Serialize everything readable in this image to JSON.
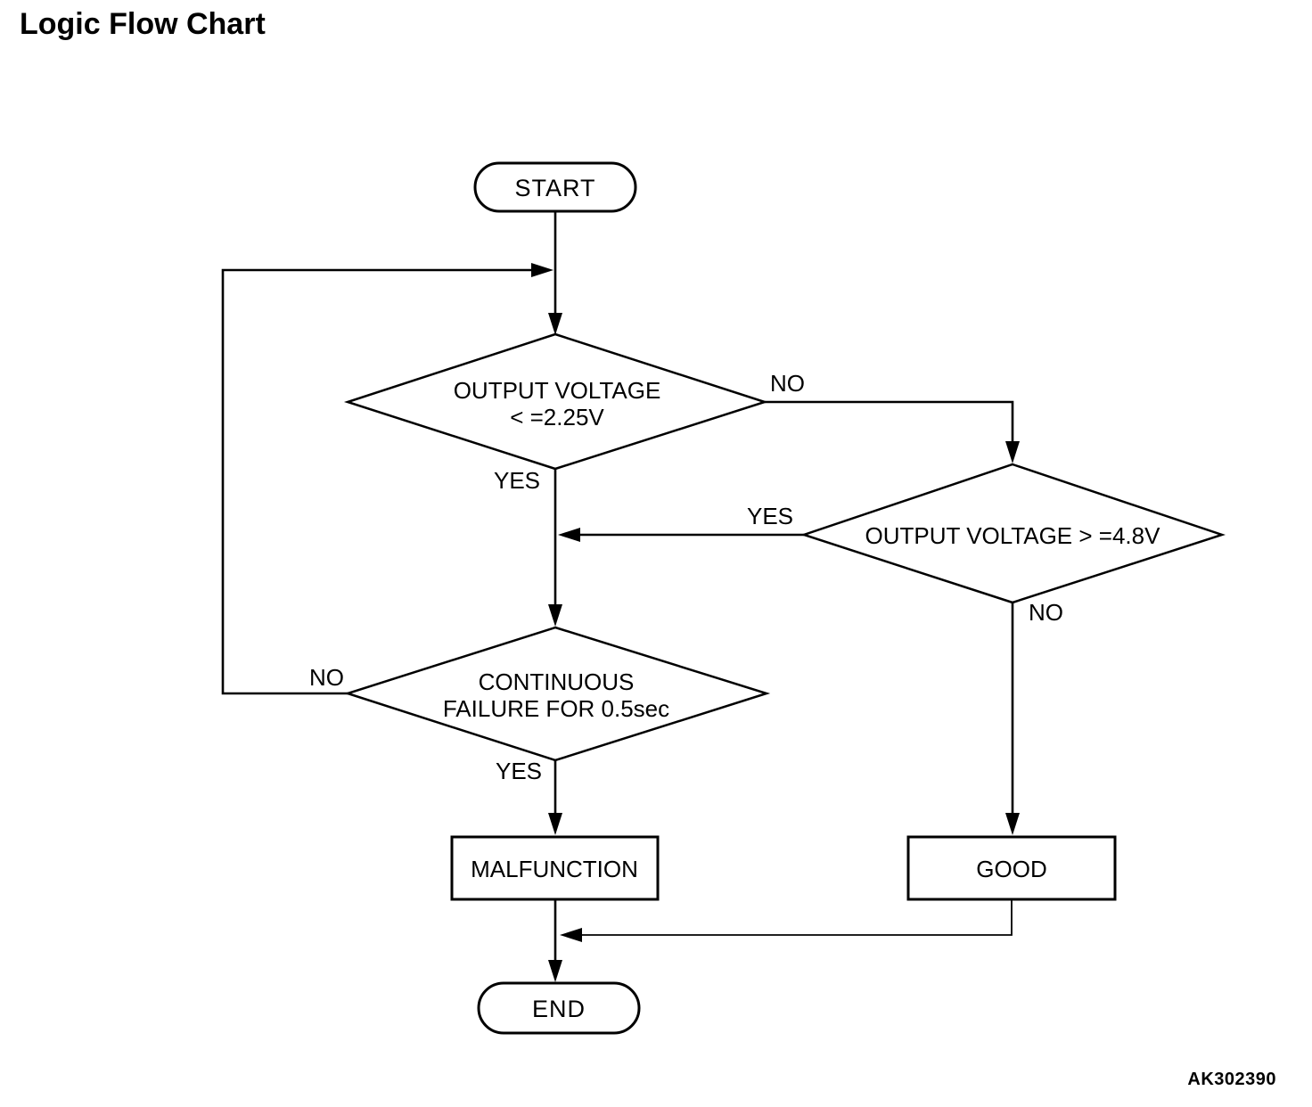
{
  "page": {
    "title": "Logic Flow Chart",
    "figure_code": "AK302390",
    "background_color": "#ffffff",
    "line_color": "#000000"
  },
  "flowchart": {
    "nodes": {
      "start": {
        "type": "terminator",
        "label": "START"
      },
      "check_low_voltage": {
        "type": "decision",
        "label_line1": "OUTPUT VOLTAGE",
        "label_line2": "< =2.25V"
      },
      "check_high_voltage": {
        "type": "decision",
        "label": "OUTPUT VOLTAGE > =4.8V"
      },
      "check_duration": {
        "type": "decision",
        "label_line1": "CONTINUOUS",
        "label_line2": "FAILURE FOR 0.5sec"
      },
      "malfunction": {
        "type": "process",
        "label": "MALFUNCTION"
      },
      "good": {
        "type": "process",
        "label": "GOOD"
      },
      "end": {
        "type": "terminator",
        "label": "END"
      }
    },
    "edges": [
      {
        "from": "start",
        "to": "check_low_voltage",
        "label": ""
      },
      {
        "from": "check_low_voltage",
        "to": "check_high_voltage",
        "label": "NO"
      },
      {
        "from": "check_low_voltage",
        "to": "check_duration",
        "label": "YES"
      },
      {
        "from": "check_high_voltage",
        "to": "check_duration",
        "label": "YES"
      },
      {
        "from": "check_high_voltage",
        "to": "good",
        "label": "NO"
      },
      {
        "from": "check_duration",
        "to": "check_low_voltage_loop_back",
        "label": "NO"
      },
      {
        "from": "check_duration",
        "to": "malfunction",
        "label": "YES"
      },
      {
        "from": "malfunction",
        "to": "end",
        "label": ""
      },
      {
        "from": "good",
        "to": "end",
        "label": ""
      }
    ]
  }
}
